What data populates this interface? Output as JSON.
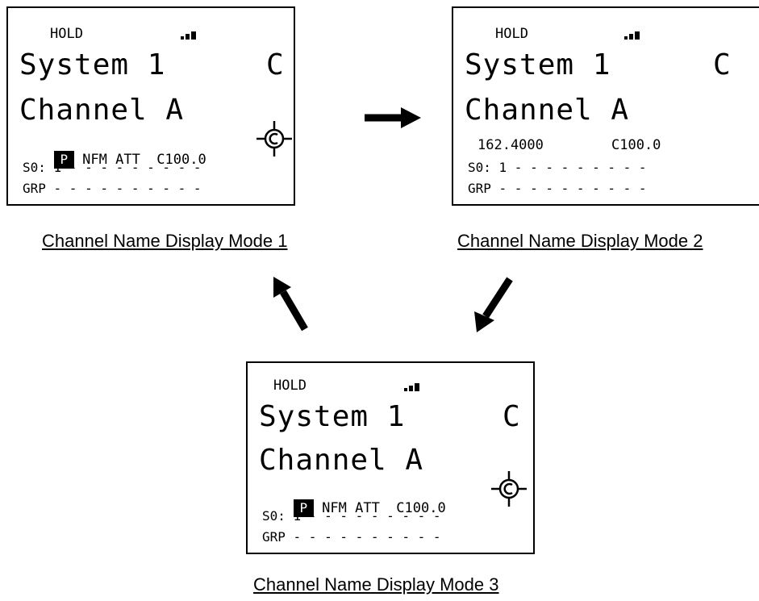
{
  "panels": [
    {
      "hold": "HOLD",
      "system": "System 1",
      "system_tag": "C",
      "channel": "Channel A",
      "p_badge": "P",
      "info": "NFM ATT  C100.0",
      "s0": "S0: 1 - - - - - - - - -",
      "grp": "GRP - - - - - - - - - -",
      "caption": "Channel Name Display Mode 1"
    },
    {
      "hold": "HOLD",
      "system": "System 1",
      "system_tag": "C",
      "channel": "Channel A",
      "freq": "162.4000",
      "ctcss": "C100.0",
      "s0": "S0: 1 - - - - - - - - -",
      "grp": "GRP - - - - - - - - - -",
      "caption": "Channel Name Display Mode 2"
    },
    {
      "hold": "HOLD",
      "system": "System 1",
      "system_tag": "C",
      "channel": "Channel A",
      "p_badge": "P",
      "info": "NFM ATT  C100.0",
      "s0": "S0: 1 - - - - - - - - -",
      "grp": "GRP - - - - - - - - - -",
      "caption": "Channel Name Display Mode 3"
    }
  ],
  "icons": {
    "signal": "signal-strength-icon",
    "priority": "priority-scan-icon",
    "arrow": "arrow-icon"
  }
}
